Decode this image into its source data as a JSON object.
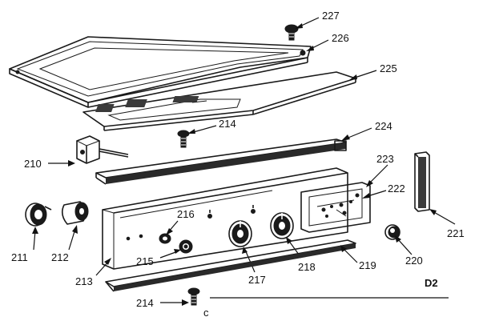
{
  "diagram": {
    "sheet_label": "D2",
    "footnote_mark": "c",
    "part_numbers": {
      "screw_top": "227",
      "lid_frame": "226",
      "glass_panel": "225",
      "screw_mid": "214",
      "rail_upper": "224",
      "lamp_socket": "210",
      "timer_window": "223",
      "timer_face": "222",
      "switch_right": "221",
      "knob_left": "211",
      "knob_small": "212",
      "panel_body": "213",
      "indicator_light": "216",
      "button_small": "215",
      "knob_center": "217",
      "knob_right": "218",
      "trim_lower": "219",
      "cap_round": "220",
      "screw_bottom": "214"
    }
  }
}
